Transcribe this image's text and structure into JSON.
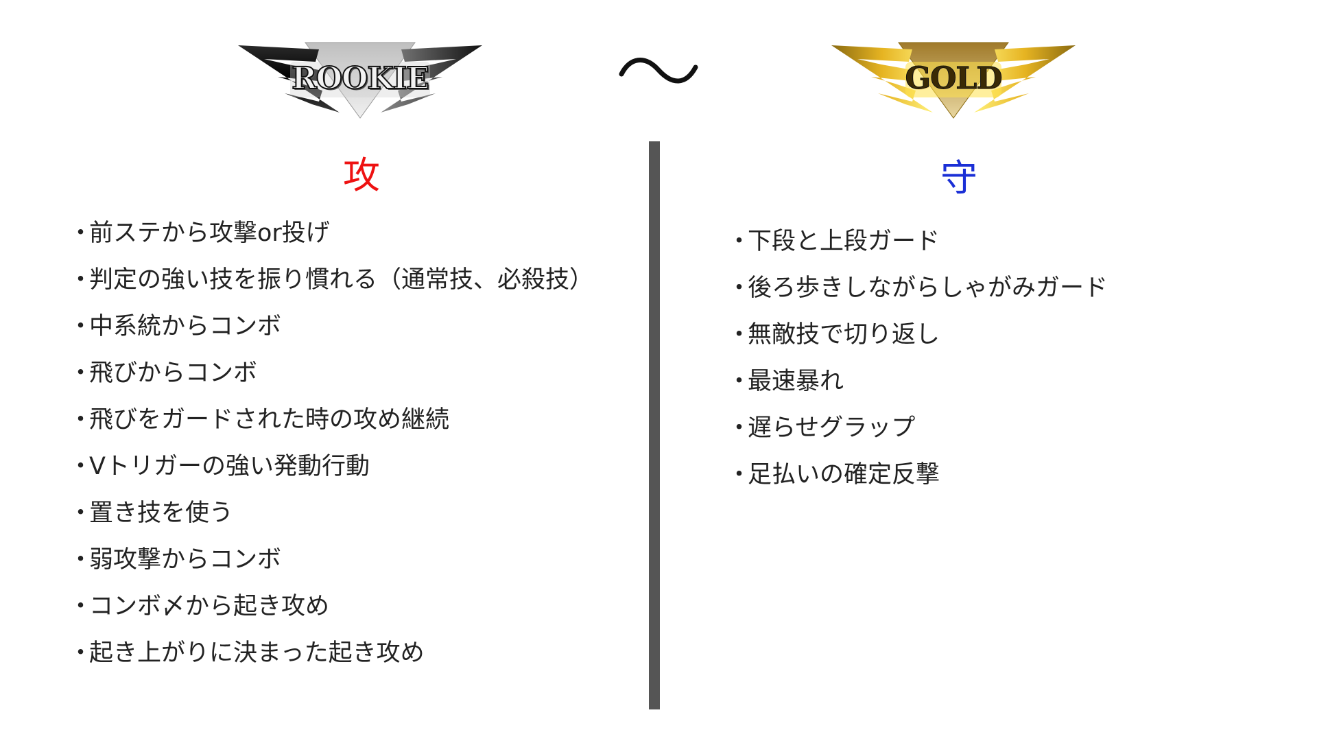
{
  "badges": {
    "rookie": {
      "label": "ROOKIE",
      "colors": {
        "wing_dark": "#111111",
        "wing_light": "#9a9a9a",
        "v": "#d8d8d8"
      }
    },
    "gold": {
      "label": "GOLD",
      "colors": {
        "wing_dark": "#b8860b",
        "wing_light": "#ffe14d",
        "v": "#c9a04a"
      }
    },
    "separator": "～"
  },
  "attack": {
    "heading": "攻",
    "heading_color": "#ee1111",
    "bullet": "・",
    "items": [
      "前ステから攻撃or投げ",
      "判定の強い技を振り慣れる（通常技、必殺技）",
      "中系統からコンボ",
      "飛びからコンボ",
      "飛びをガードされた時の攻め継続",
      "Vトリガーの強い発動行動",
      "置き技を使う",
      "弱攻撃からコンボ",
      "コンボ〆から起き攻め",
      "起き上がりに決まった起き攻め"
    ]
  },
  "defense": {
    "heading": "守",
    "heading_color": "#1a2fd6",
    "bullet": "・",
    "items": [
      "下段と上段ガード",
      "後ろ歩きしながらしゃがみガード",
      "無敵技で切り返し",
      "最速暴れ",
      "遅らせグラップ",
      "足払いの確定反撃"
    ]
  }
}
